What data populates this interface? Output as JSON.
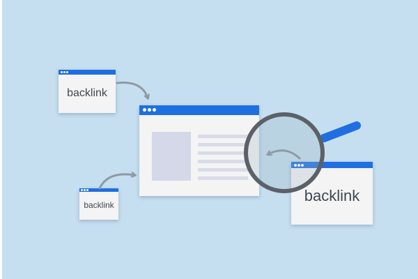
{
  "illustration": {
    "colors": {
      "background": "#c5dff0",
      "window_body": "#f4f4f4",
      "titlebar": "#1f6fe0",
      "image_block": "#d4d8e8",
      "text_lines": "#d9dce8",
      "label_text": "#3e4852",
      "arrow": "#8e9aa4",
      "magnifier_rim": "#5c6068",
      "magnifier_handle": "#1f6fe0"
    },
    "icons": {
      "arrow": "curved-arrow-icon",
      "magnifier": "magnifier-icon"
    },
    "labels": {
      "top_left": "backlink",
      "bottom_left": "backlink",
      "right": "backlink"
    }
  }
}
